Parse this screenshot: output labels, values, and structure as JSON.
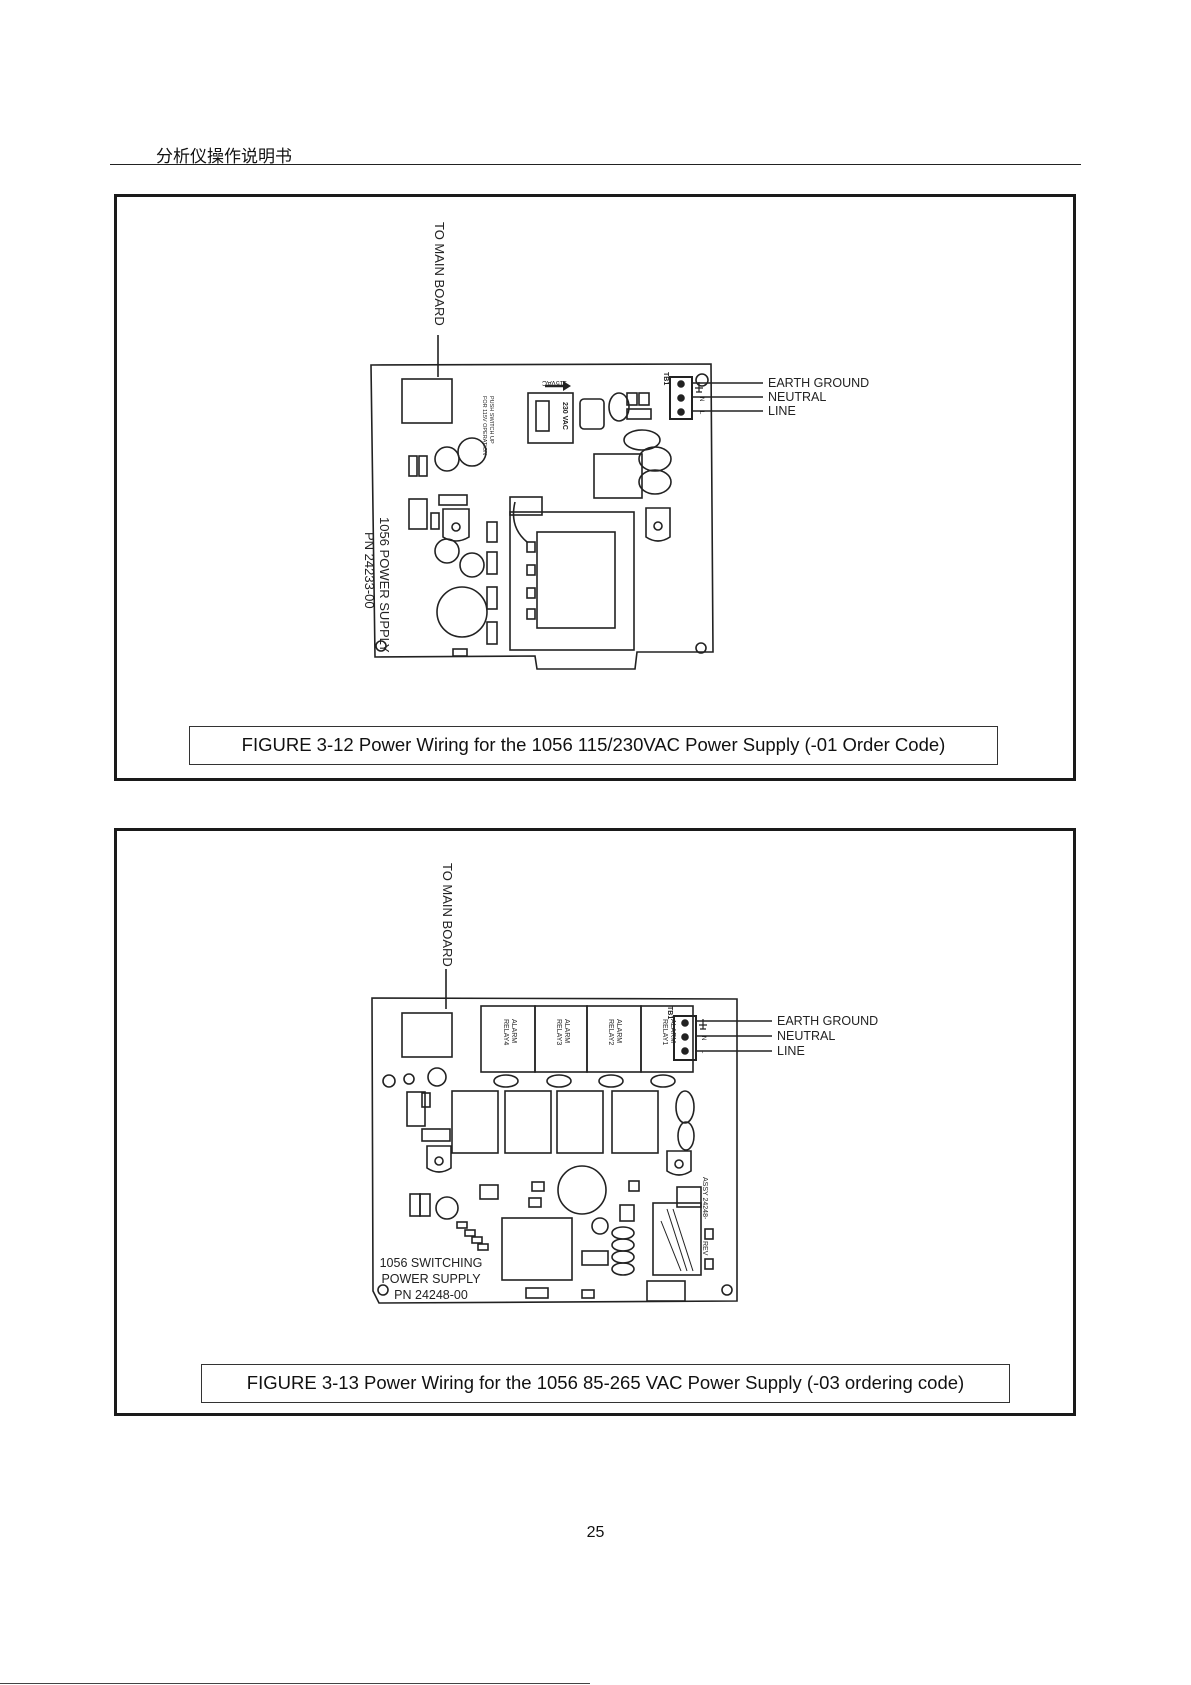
{
  "header": {
    "title": "分析仪操作说明书"
  },
  "figures": [
    {
      "to_main_board": "TO MAIN BOARD",
      "wires": {
        "earth": "EARTH GROUND",
        "neutral": "NEUTRAL",
        "line": "LINE"
      },
      "terminal": "TB1",
      "terminal_pins": {
        "n": "N",
        "l": "L"
      },
      "switch_label": "115VAC",
      "switch_value": "230 VAC",
      "switch_note_1": "PUSH SWITCH UP",
      "switch_note_2": "FOR 115V OPERATION",
      "board_name": "1056 POWER SUPPLY",
      "board_pn": "PN 24233-00",
      "caption": "FIGURE 3-12 Power Wiring for the 1056 115/230VAC Power Supply (-01 Order Code)"
    },
    {
      "to_main_board": "TO MAIN BOARD",
      "wires": {
        "earth": "EARTH GROUND",
        "neutral": "NEUTRAL",
        "line": "LINE"
      },
      "terminal": "TB1",
      "terminal_pins": {
        "n": "N",
        "l": "L"
      },
      "relays": [
        {
          "line1": "ALARM",
          "line2": "RELAY4"
        },
        {
          "line1": "ALARM",
          "line2": "RELAY3"
        },
        {
          "line1": "ALARM",
          "line2": "RELAY2"
        },
        {
          "line1": "ALARM",
          "line2": "RELAY1"
        }
      ],
      "assy_label": "ASSY 24248-",
      "rev_label": "REV",
      "board_name_1": "1056 SWITCHING",
      "board_name_2": "POWER SUPPLY",
      "board_pn": "PN 24248-00",
      "caption": "FIGURE 3-13 Power Wiring for the 1056 85-265 VAC Power Supply (-03 ordering code)"
    }
  ],
  "page_number": "25"
}
